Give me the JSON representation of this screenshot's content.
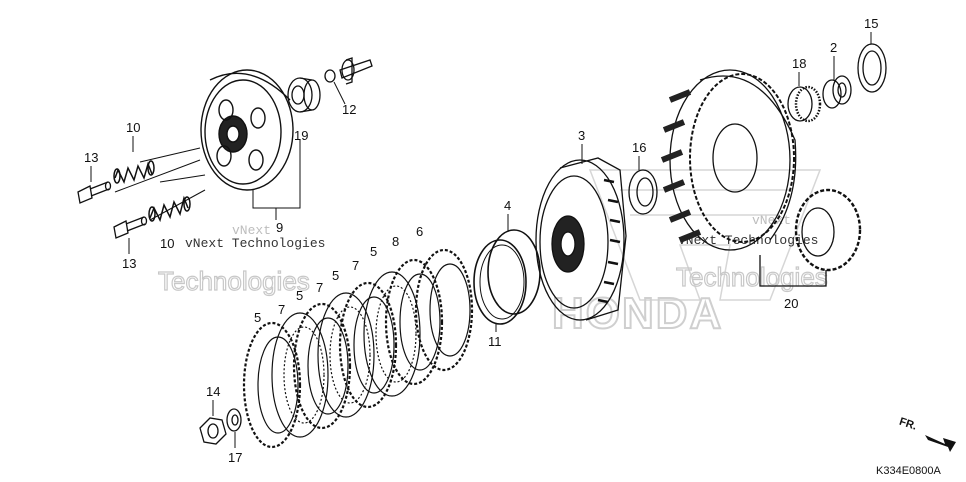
{
  "diagram": {
    "part_numbers": {
      "p2": "2",
      "p3": "3",
      "p4": "4",
      "p5a": "5",
      "p5b": "5",
      "p5c": "5",
      "p5d": "5",
      "p6": "6",
      "p7a": "7",
      "p7b": "7",
      "p7c": "7",
      "p8": "8",
      "p9": "9",
      "p10a": "10",
      "p10b": "10",
      "p11": "11",
      "p12": "12",
      "p13a": "13",
      "p13b": "13",
      "p14": "14",
      "p15": "15",
      "p16": "16",
      "p17": "17",
      "p18": "18",
      "p19": "19",
      "p20": "20"
    },
    "watermarks": {
      "w1_line1": "vNext",
      "w1_line2": "vNext Technologies",
      "w1_big": "Technologies",
      "w2_line1": "vNext",
      "w2_line2": "vNext Technologies",
      "w2_big": "Technologies"
    },
    "brand_watermark": "HONDA",
    "direction_label": "FR.",
    "diagram_code": "K334E0800A"
  }
}
